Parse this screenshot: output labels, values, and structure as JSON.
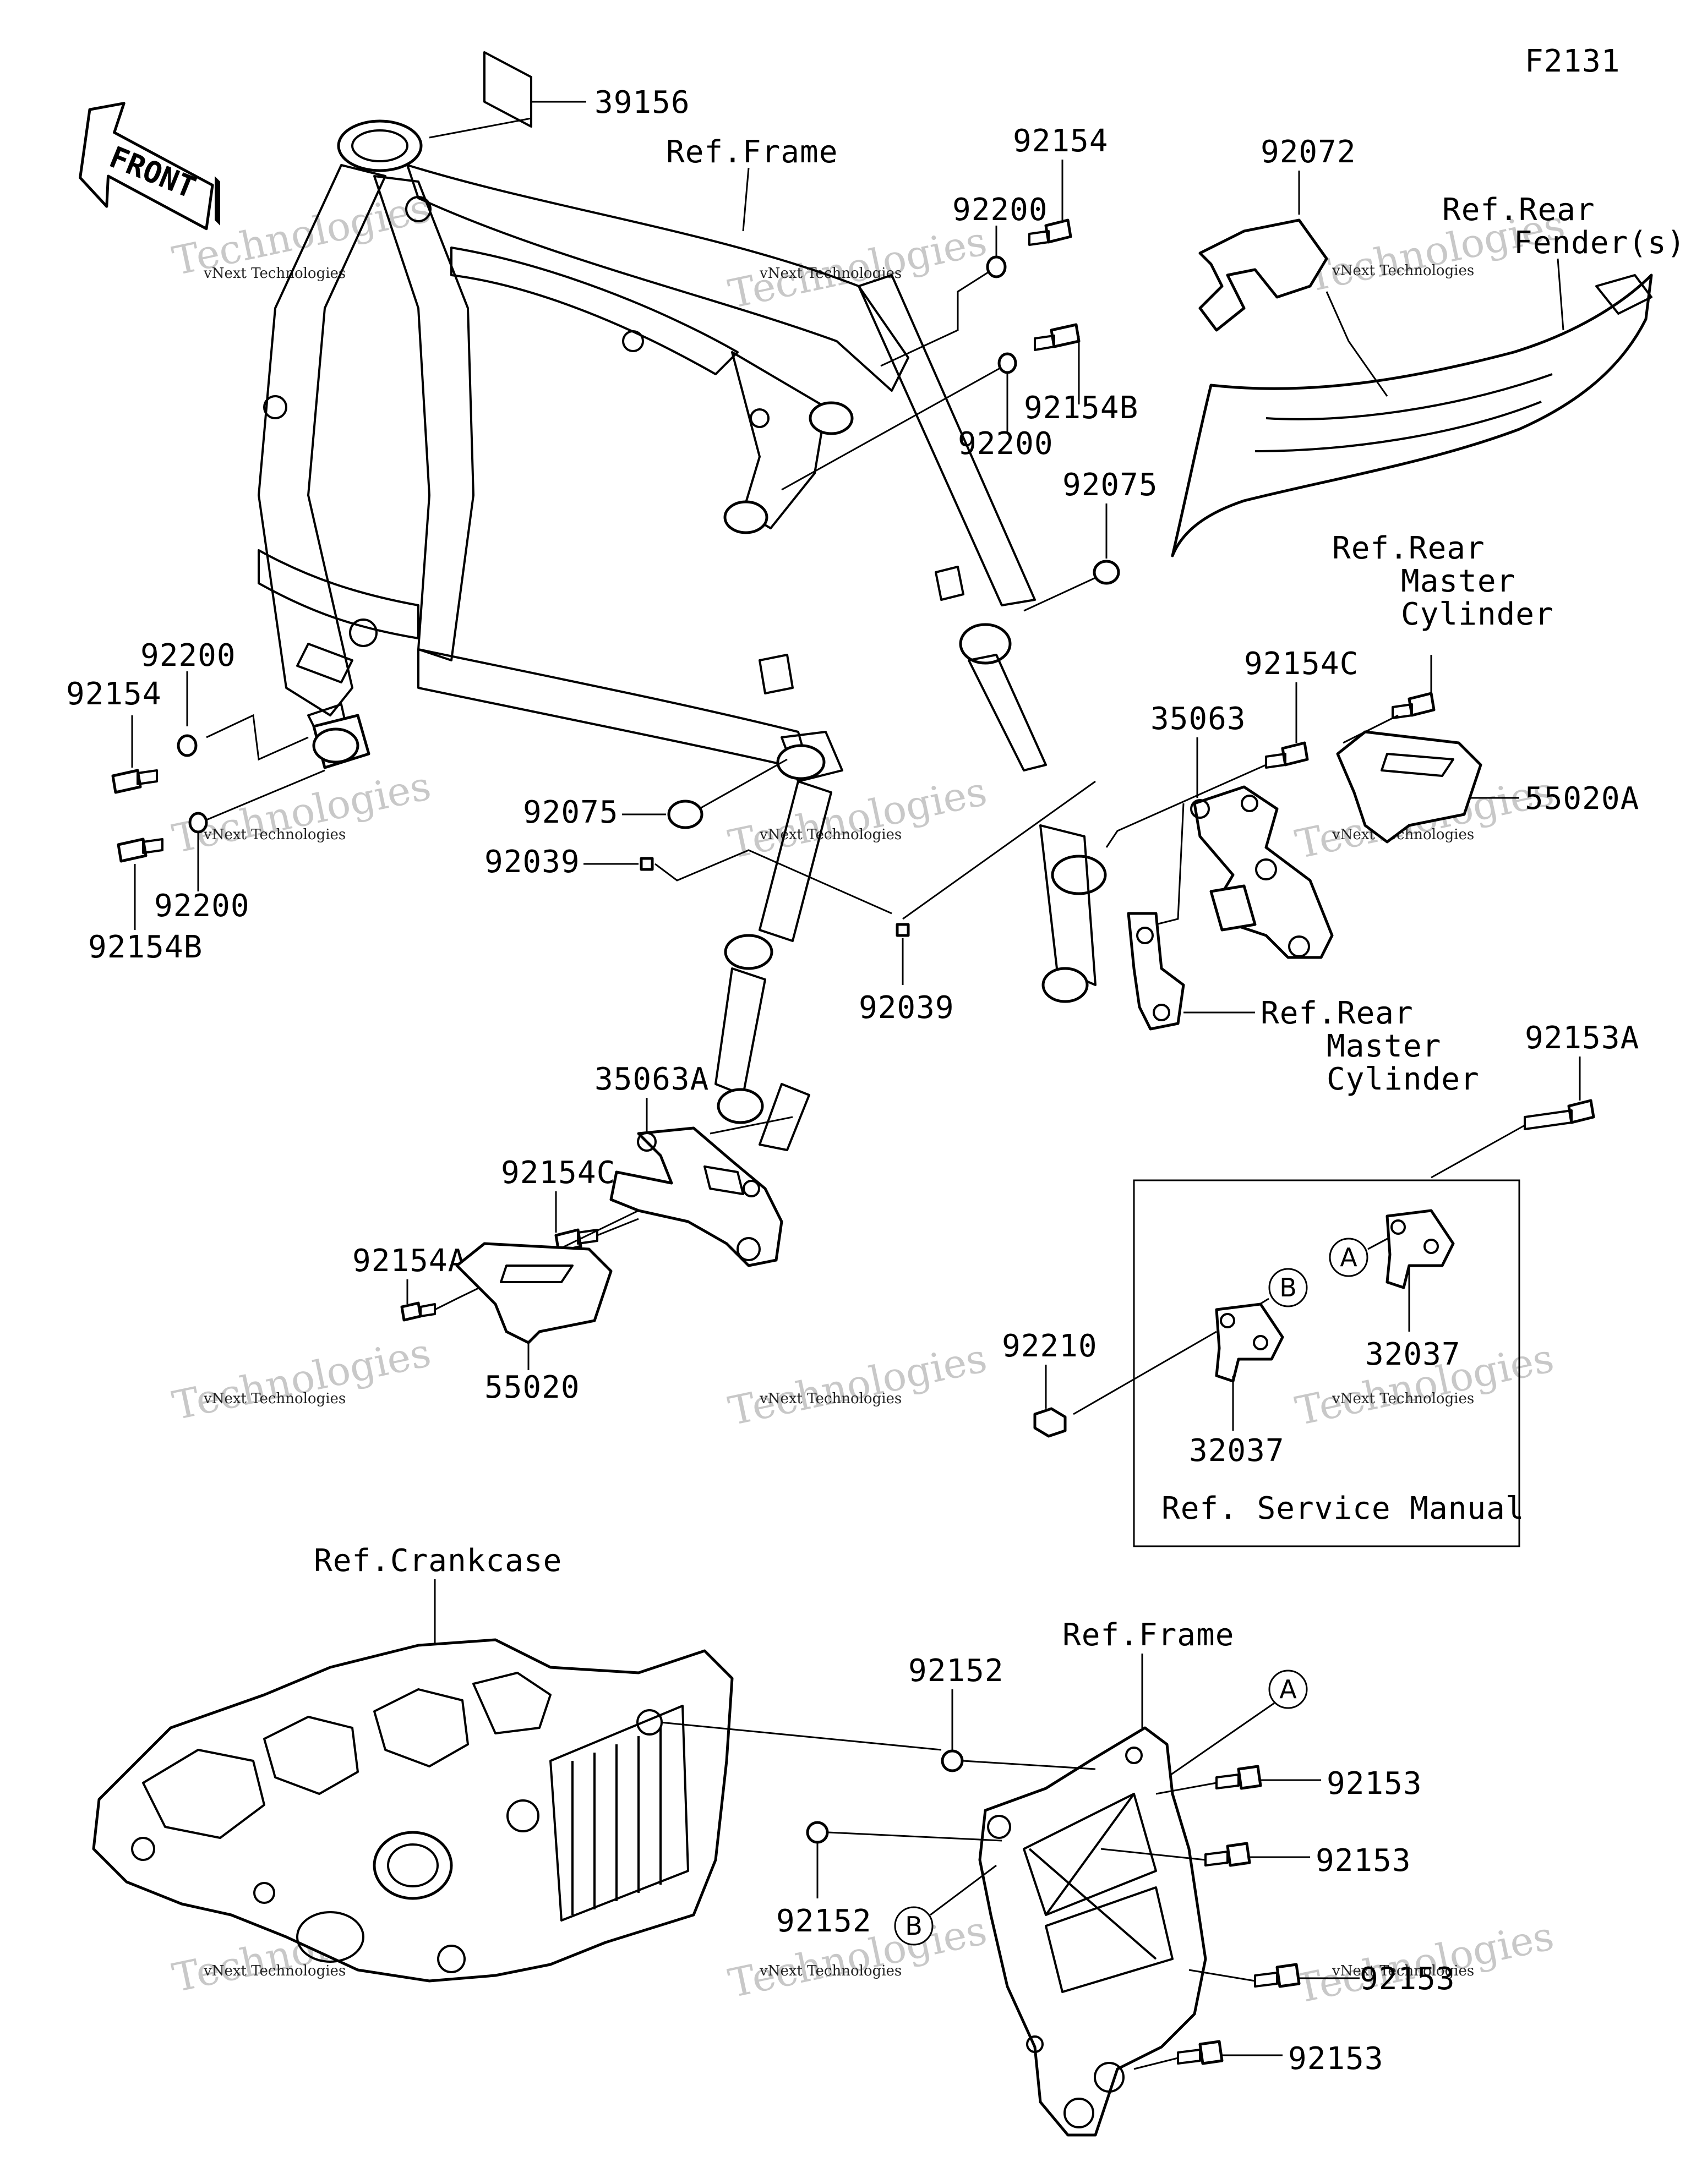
{
  "diagram_code": "F2131",
  "front_arrow": {
    "label": "FRONT"
  },
  "watermark": {
    "line1": "vNext Technologies",
    "line2": "Technologies"
  },
  "service_box_label": "Ref. Service Manual",
  "circle_markers": {
    "a": "A",
    "b": "B"
  },
  "references": {
    "frame_top": "Ref.Frame",
    "rear_fender_1": "Ref.Rear",
    "rear_fender_2": "Fender(s)",
    "rear_master_a_1": "Ref.Rear",
    "rear_master_a_2": "Master",
    "rear_master_a_3": "Cylinder",
    "rear_master_b_1": "Ref.Rear",
    "rear_master_b_2": "Master",
    "rear_master_b_3": "Cylinder",
    "crankcase": "Ref.Crankcase",
    "frame_bottom": "Ref.Frame"
  },
  "parts": {
    "p39156": "39156",
    "p92154_top": "92154",
    "p92200_top": "92200",
    "p92154B_top": "92154B",
    "p92200_mid": "92200",
    "p92072": "92072",
    "p92075_right": "92075",
    "p92200_left": "92200",
    "p92154_left": "92154",
    "p92200_left2": "92200",
    "p92154B_left": "92154B",
    "p92075_mid": "92075",
    "p92039_left": "92039",
    "p92039_mid": "92039",
    "p35063": "35063",
    "p92154C_right": "92154C",
    "p55020A": "55020A",
    "p35063A": "35063A",
    "p92154C_left": "92154C",
    "p92154A": "92154A",
    "p55020": "55020",
    "p92153A": "92153A",
    "p32037_a": "32037",
    "p32037_b": "32037",
    "p92210": "92210",
    "p92152_top": "92152",
    "p92152_bottom": "92152",
    "p92153_1": "92153",
    "p92153_2": "92153",
    "p92153_3": "92153",
    "p92153_4": "92153"
  }
}
